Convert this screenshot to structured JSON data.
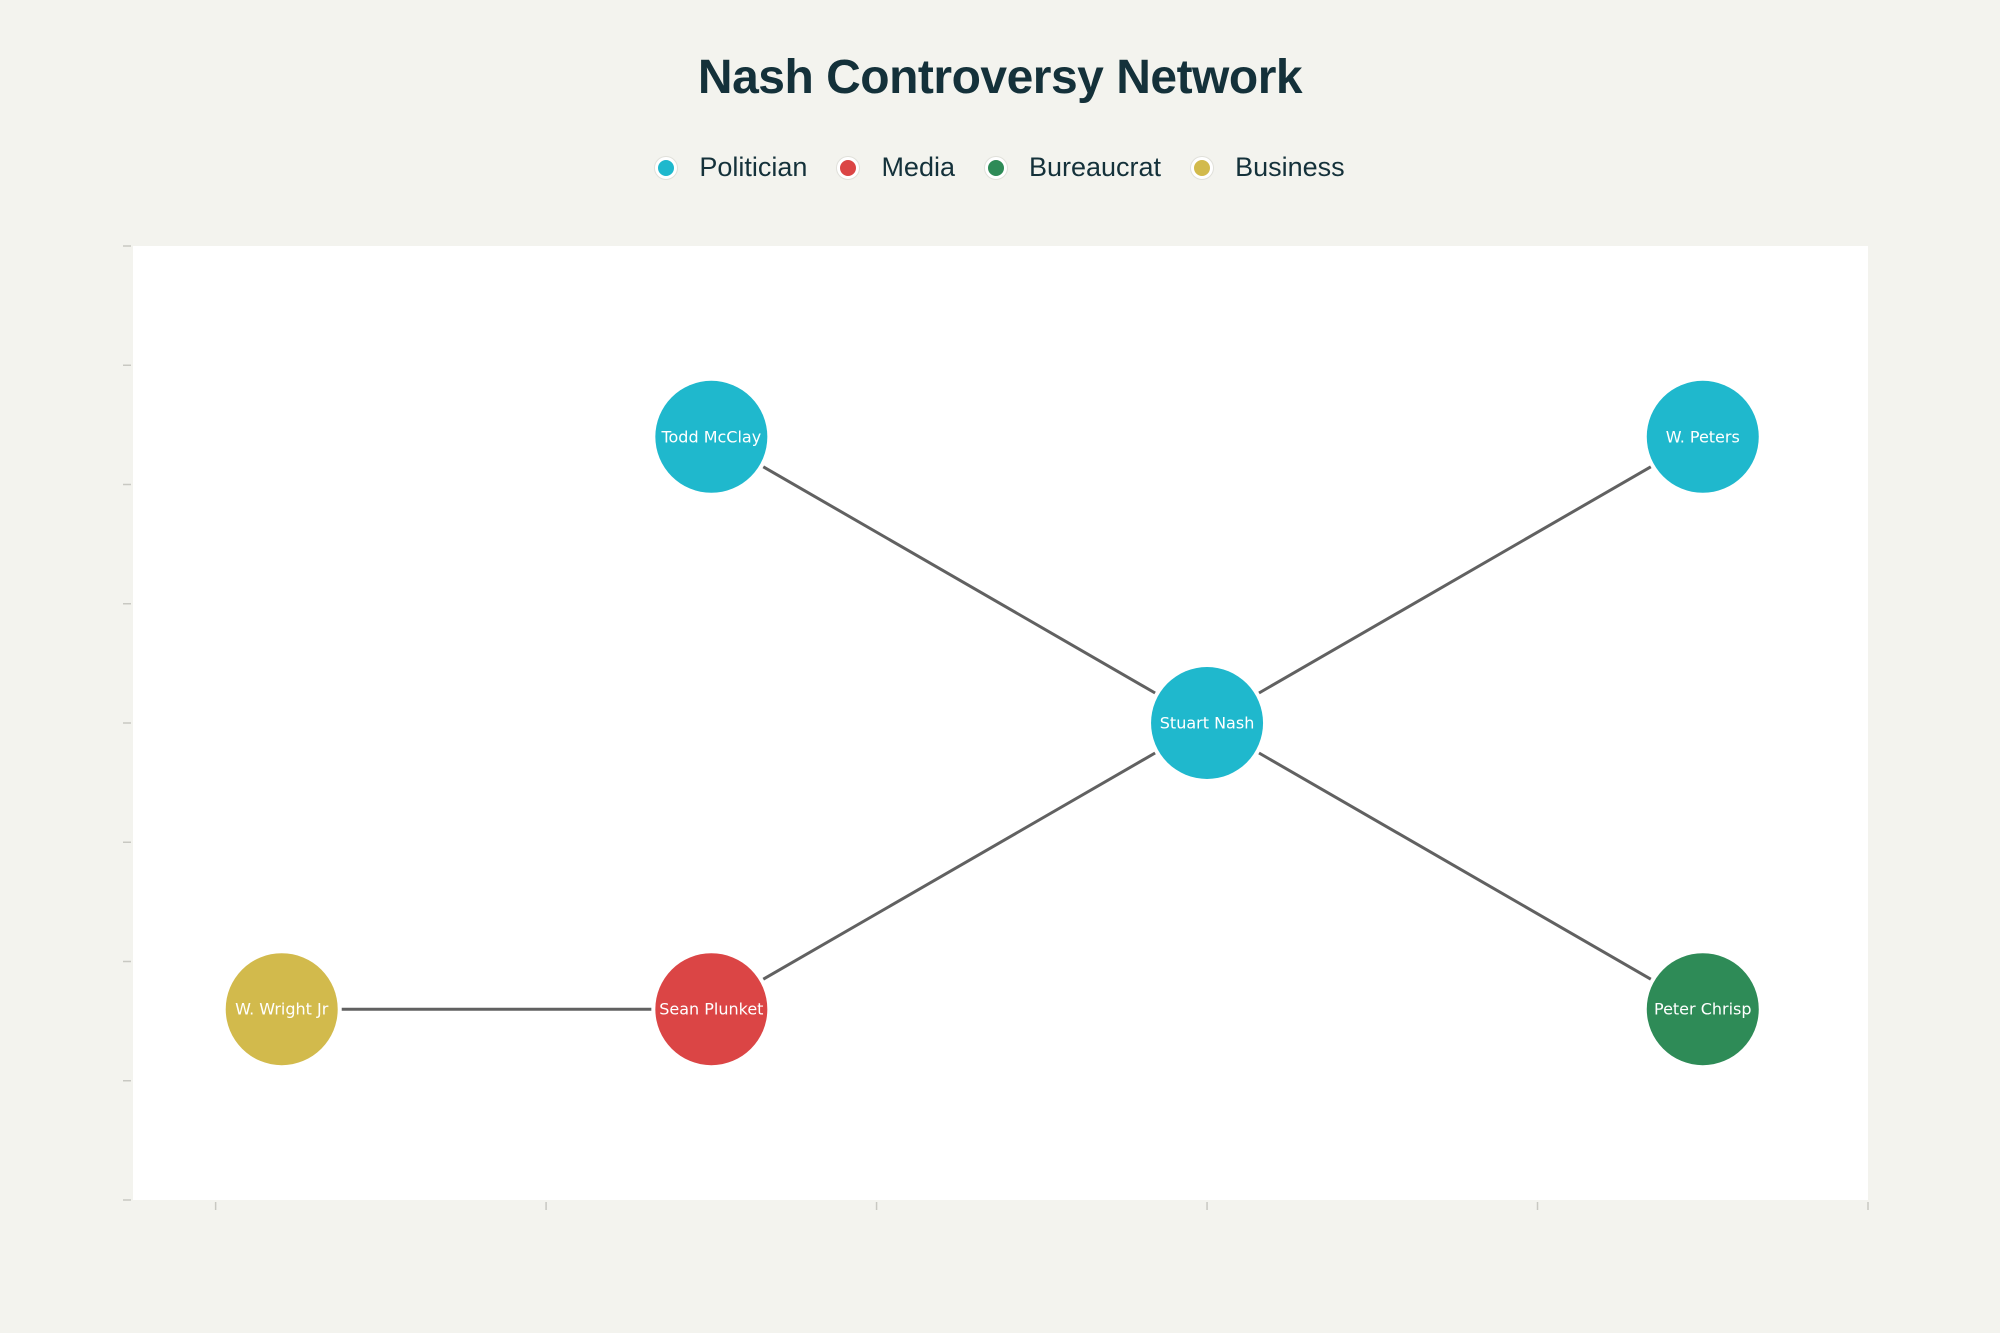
{
  "chart_data": {
    "type": "network",
    "title": "Nash Controversy Network",
    "legend": [
      {
        "key": "politician",
        "label": "Politician",
        "color": "#1fb8cd"
      },
      {
        "key": "media",
        "label": "Media",
        "color": "#db4545"
      },
      {
        "key": "bureaucrat",
        "label": "Bureaucrat",
        "color": "#2e8b57"
      },
      {
        "key": "business",
        "label": "Business",
        "color": "#d2ba4c"
      }
    ],
    "x_range": [
      -3.5,
      7.0
    ],
    "y_range": [
      -0.8,
      7.2
    ],
    "nodes": [
      {
        "id": "nash",
        "label": "Stuart Nash",
        "group": "politician",
        "x": 3,
        "y": 3.2
      },
      {
        "id": "mcclay",
        "label": "Todd McClay",
        "group": "politician",
        "x": 0,
        "y": 5.6
      },
      {
        "id": "peters",
        "label": "W. Peters",
        "group": "politician",
        "x": 6,
        "y": 5.6
      },
      {
        "id": "plunket",
        "label": "Sean Plunket",
        "group": "media",
        "x": 0,
        "y": 0.8
      },
      {
        "id": "chrisp",
        "label": "Peter Chrisp",
        "group": "bureaucrat",
        "x": 6,
        "y": 0.8
      },
      {
        "id": "wright",
        "label": "W. Wright Jr",
        "group": "business",
        "x": -2.6,
        "y": 0.8
      }
    ],
    "edges": [
      {
        "source": "nash",
        "target": "mcclay"
      },
      {
        "source": "nash",
        "target": "peters"
      },
      {
        "source": "nash",
        "target": "plunket"
      },
      {
        "source": "nash",
        "target": "chrisp"
      },
      {
        "source": "plunket",
        "target": "wright"
      }
    ],
    "grid": false
  }
}
